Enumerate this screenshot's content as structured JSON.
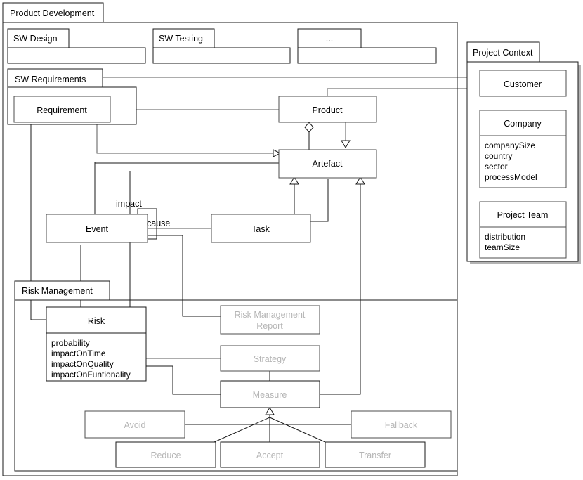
{
  "diagram": {
    "type": "uml-class-diagram",
    "packages": [
      {
        "id": "product-development",
        "name": "Product Development"
      },
      {
        "id": "sw-design",
        "name": "SW Design"
      },
      {
        "id": "sw-testing",
        "name": "SW Testing"
      },
      {
        "id": "ellipsis",
        "name": "..."
      },
      {
        "id": "sw-requirements",
        "name": "SW Requirements"
      },
      {
        "id": "risk-management",
        "name": "Risk Management"
      },
      {
        "id": "project-context",
        "name": "Project Context"
      }
    ],
    "classes": [
      {
        "id": "requirement",
        "name": "Requirement",
        "attributes": [],
        "dim": false
      },
      {
        "id": "product",
        "name": "Product",
        "attributes": [],
        "dim": false
      },
      {
        "id": "artefact",
        "name": "Artefact",
        "attributes": [],
        "dim": false
      },
      {
        "id": "event",
        "name": "Event",
        "attributes": [],
        "dim": false
      },
      {
        "id": "task",
        "name": "Task",
        "attributes": [],
        "dim": false
      },
      {
        "id": "risk",
        "name": "Risk",
        "attributes": [
          "probability",
          "impactOnTime",
          "impactOnQuality",
          "impactOnFuntionality"
        ],
        "dim": false
      },
      {
        "id": "risk-management-report",
        "name": "Risk Management Report",
        "name_line1": "Risk Management",
        "name_line2": "Report",
        "attributes": [],
        "dim": true
      },
      {
        "id": "strategy",
        "name": "Strategy",
        "attributes": [],
        "dim": true
      },
      {
        "id": "measure",
        "name": "Measure",
        "attributes": [],
        "dim": true
      },
      {
        "id": "avoid",
        "name": "Avoid",
        "attributes": [],
        "dim": true
      },
      {
        "id": "fallback",
        "name": "Fallback",
        "attributes": [],
        "dim": true
      },
      {
        "id": "reduce",
        "name": "Reduce",
        "attributes": [],
        "dim": true
      },
      {
        "id": "accept",
        "name": "Accept",
        "attributes": [],
        "dim": true
      },
      {
        "id": "transfer",
        "name": "Transfer",
        "attributes": [],
        "dim": true
      },
      {
        "id": "customer",
        "name": "Customer",
        "attributes": [],
        "dim": false
      },
      {
        "id": "company",
        "name": "Company",
        "attributes": [
          "companySize",
          "country",
          "sector",
          "processModel"
        ],
        "dim": false
      },
      {
        "id": "project-team",
        "name": "Project Team",
        "attributes": [
          "distribution",
          "teamSize"
        ],
        "dim": false
      }
    ],
    "edge_labels": [
      {
        "id": "impact",
        "text": "impact"
      },
      {
        "id": "cause",
        "text": "cause"
      }
    ],
    "colors": {
      "line": "#1a1a1a",
      "line_light": "#595959",
      "box_stroke": "#4d4d4d",
      "text": "#000000",
      "text_dim": "#b5b5b5",
      "background": "#ffffff",
      "shadow": "#b3b3b3"
    }
  }
}
